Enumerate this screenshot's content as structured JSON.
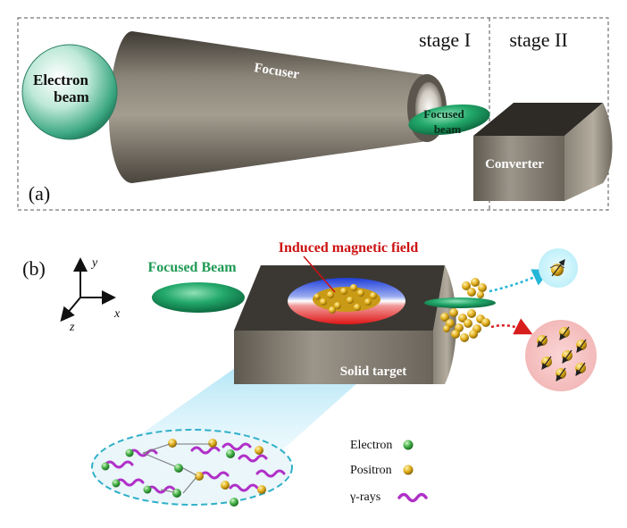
{
  "panel_a": {
    "label": "(a)",
    "stage1": "stage I",
    "stage2": "stage II",
    "electron_beam_line1": "Electron",
    "electron_beam_line2": "beam",
    "focuser": "Focuser",
    "focused_beam_line1": "Focused",
    "focused_beam_line2": "beam",
    "converter": "Converter"
  },
  "panel_b": {
    "label": "(b)",
    "axis_y": "y",
    "axis_x": "x",
    "axis_z": "z",
    "focused_beam": "Focused Beam",
    "induced_field": "Induced magnetic field",
    "solid_target": "Solid target",
    "legend": {
      "electron": "Electron",
      "positron": "Positron",
      "gamma": "γ-rays"
    }
  },
  "colors": {
    "green_beam": "#1fa06a",
    "metal": "#6b655c",
    "field_red": "#e02020",
    "field_blue": "#2a4fe0",
    "positron": "#e0b020",
    "electron": "#3fae49",
    "gamma": "#b030c8",
    "label_red": "#cc1111",
    "label_green": "#1f9a55"
  }
}
